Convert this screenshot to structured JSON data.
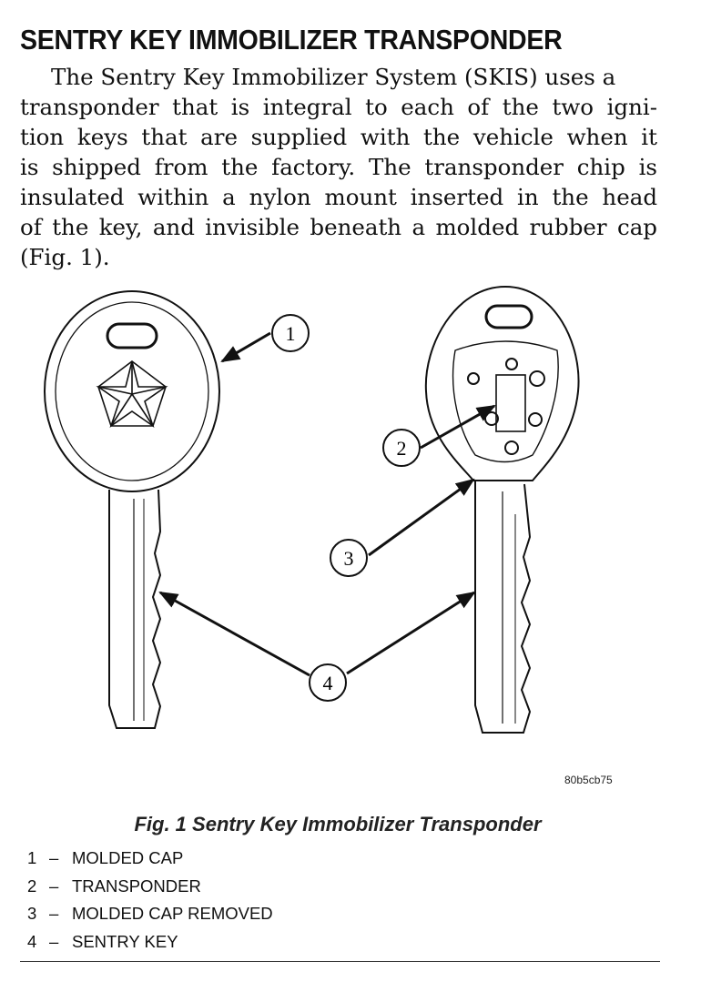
{
  "heading": "SENTRY KEY IMMOBILIZER TRANSPONDER",
  "paragraph_lines": [
    "The Sentry Key Immobilizer System (SKIS) uses a",
    "transponder that is integral to each of the two igni-",
    "tion keys that are supplied with the vehicle when it",
    "is shipped from the factory. The transponder chip is",
    "insulated within a nylon mount inserted in the head",
    "of the key, and invisible beneath a molded rubber cap",
    "(Fig. 1)."
  ],
  "figure": {
    "callouts": [
      "1",
      "2",
      "3",
      "4"
    ],
    "figure_id": "80b5cb75"
  },
  "caption": "Fig. 1 Sentry Key Immobilizer Transponder",
  "legend": [
    {
      "number": "1",
      "dash": "–",
      "label": "MOLDED CAP"
    },
    {
      "number": "2",
      "dash": "–",
      "label": "TRANSPONDER"
    },
    {
      "number": "3",
      "dash": "–",
      "label": "MOLDED CAP REMOVED"
    },
    {
      "number": "4",
      "dash": "–",
      "label": "SENTRY KEY"
    }
  ]
}
